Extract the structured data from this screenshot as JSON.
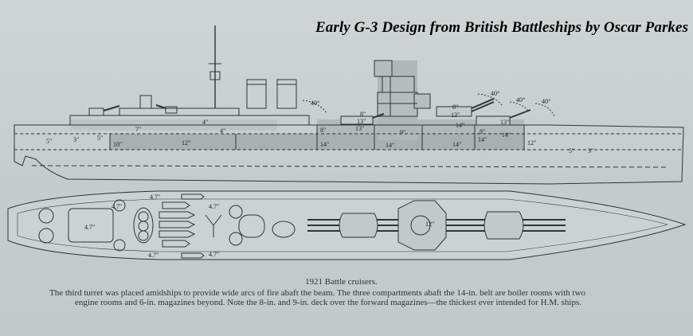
{
  "header": {
    "title": "Early G-3 Design from British Battleships by Oscar Parkes"
  },
  "drawing": {
    "profile_armour_labels": [
      "4\"",
      "4\"",
      "12\"",
      "7\"",
      "10\"",
      "5\"",
      "3\"",
      "5\"",
      "14\"",
      "14\"",
      "14\"",
      "13\"",
      "13\"",
      "14\"",
      "12\"",
      "8\"",
      "9\"",
      "14\"",
      "8\"",
      "13\"",
      "13\"",
      "14\"",
      "5\"",
      "3\"",
      "8\"",
      "8\""
    ],
    "elevation_labels": [
      "40°",
      "40°",
      "40°",
      "40°"
    ],
    "plan_gun_labels": [
      "4.7\"",
      "4.7\"",
      "4.7\"",
      "4.7\"",
      "4.7\"",
      "4.7\"",
      "12\""
    ]
  },
  "caption": {
    "heading": "1921 Battle cruisers.",
    "line1": "The third turret was placed amidships to provide wide arcs of fire abaft the beam. The three compartments abaft the 14-in. belt are boiler rooms with two",
    "line2": "engine rooms and 6-in. magazines beyond. Note the 8-in. and 9-in. deck over the forward magazines—the thickest ever intended for H.M. ships."
  }
}
